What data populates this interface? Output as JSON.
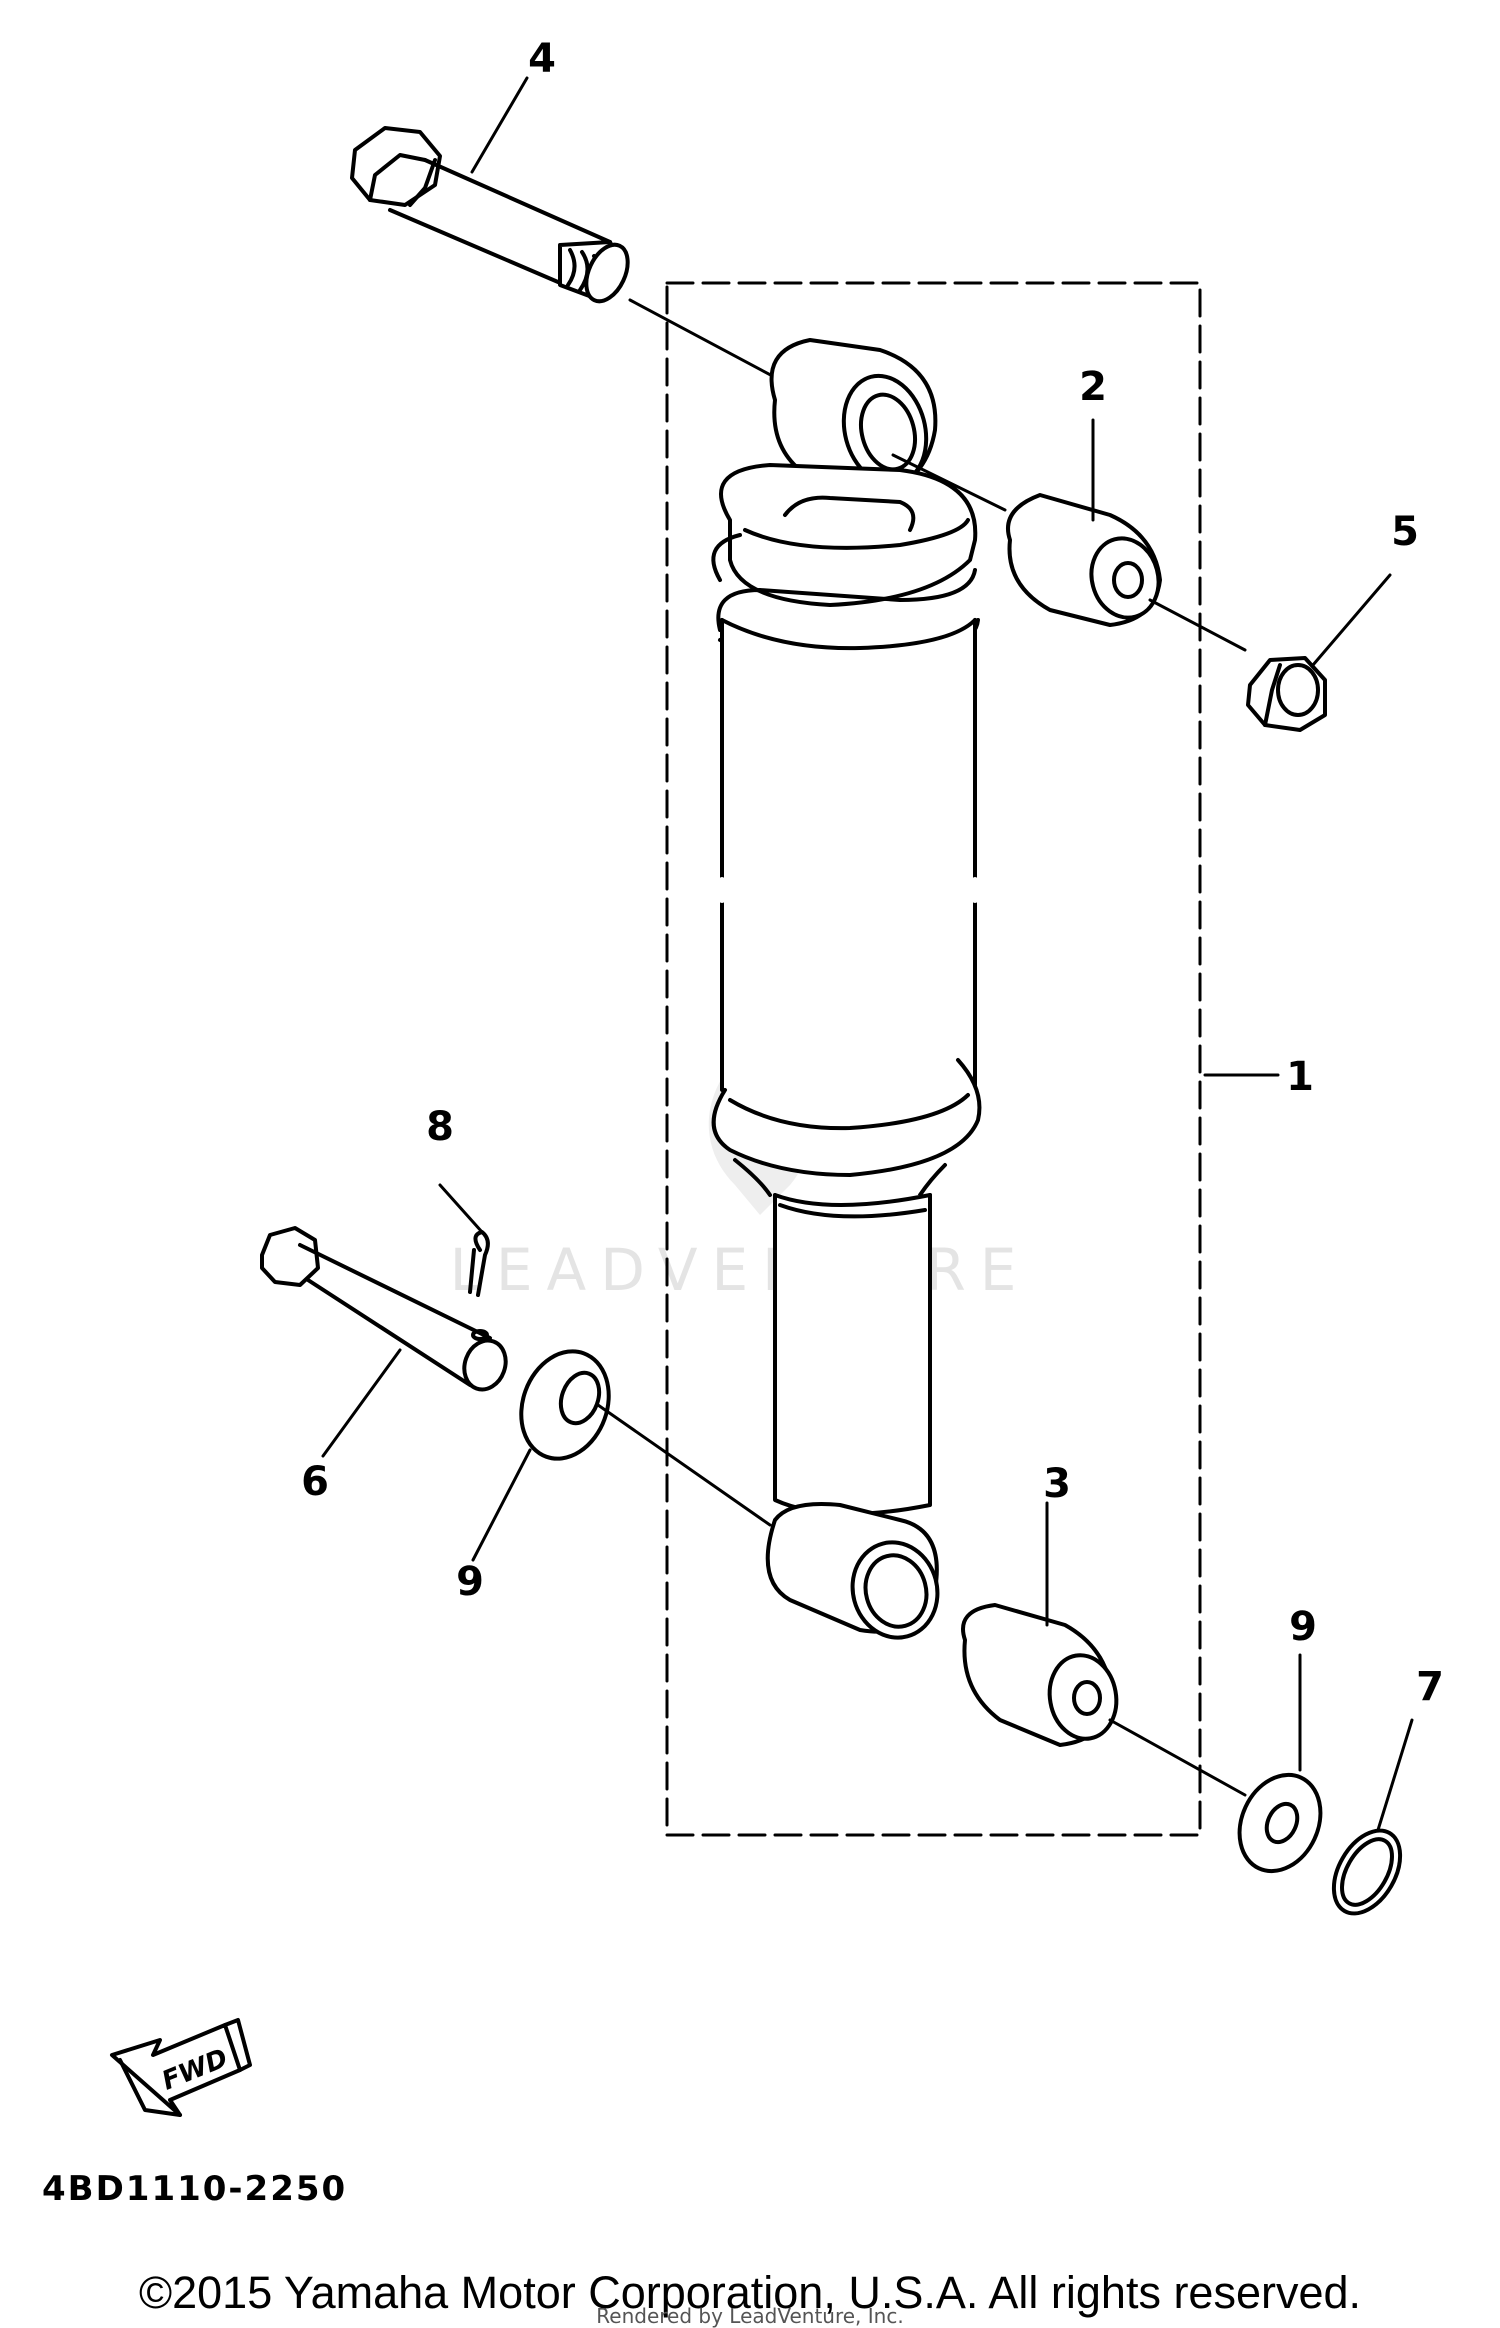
{
  "diagram": {
    "callouts": {
      "c1": "1",
      "c2": "2",
      "c3": "3",
      "c4": "4",
      "c5": "5",
      "c6": "6",
      "c7": "7",
      "c8": "8",
      "c9a": "9",
      "c9b": "9"
    },
    "fwd_label": "FWD",
    "part_number": "4BD1110-2250",
    "watermark": "LEADVENTURE"
  },
  "footer": {
    "copyright": "©2015 Yamaha Motor Corporation, U.S.A. All rights reserved.",
    "rendered_by": "Rendered by LeadVenture, Inc."
  }
}
